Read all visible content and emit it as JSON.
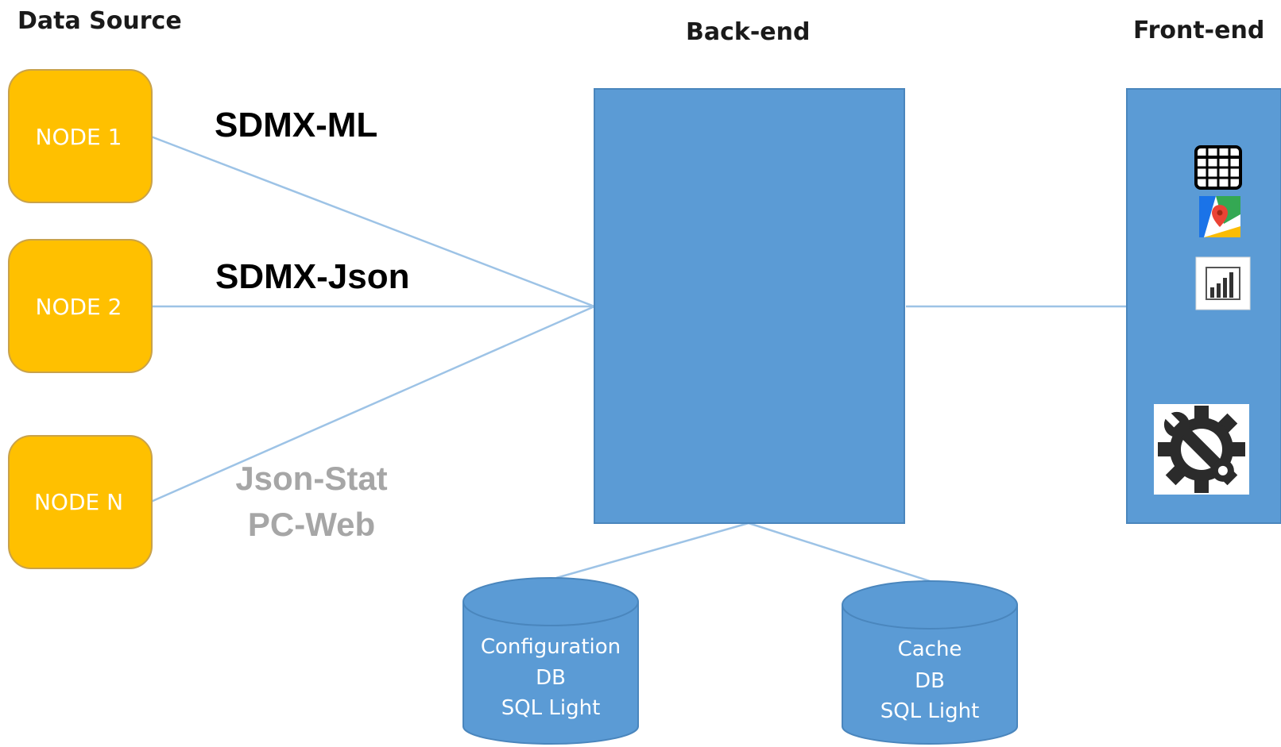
{
  "titles": {
    "data_source": "Data Source",
    "back_end": "Back-end",
    "front_end": "Front-end"
  },
  "nodes": [
    "NODE 1",
    "NODE 2",
    "NODE N"
  ],
  "formats": {
    "sdmx_ml": "SDMX-ML",
    "sdmx_json": "SDMX-Json",
    "json_stat": "Json-Stat",
    "pc_web": "PC-Web"
  },
  "databases": [
    {
      "line1": "Configuration",
      "line2": "DB",
      "line3": "SQL Light"
    },
    {
      "line1": "Cache",
      "line2": "DB",
      "line3": "SQL Light"
    }
  ],
  "front_end_icons": [
    "table-grid-icon",
    "map-pin-icon",
    "bar-chart-icon",
    "settings-wrench-gear-icon"
  ],
  "colors": {
    "node_fill": "#ffc000",
    "node_stroke": "#c9a24a",
    "block_fill": "#5b9bd5",
    "block_stroke": "#4a86bd",
    "connector": "#9dc3e6",
    "grey_text": "#a6a6a6"
  }
}
